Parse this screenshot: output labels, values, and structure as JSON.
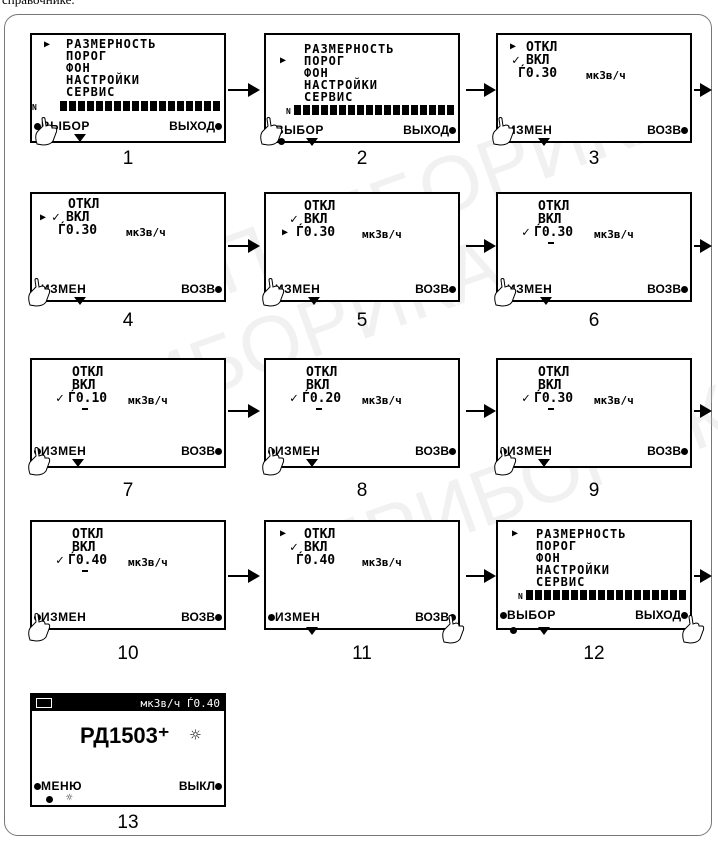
{
  "header_text": "справочнике.",
  "menu_main": [
    "РАЗМЕРНОСТЬ",
    "ПОРОГ",
    "ФОН",
    "НАСТРОЙКИ",
    "СЕРВИС"
  ],
  "bar_letter": "N",
  "soft_select": "ВЫБОР",
  "soft_exit": "ВЫХОД",
  "soft_change": "ИЗМЕН",
  "soft_back": "ВОЗВ",
  "soft_menu": "МЕНЮ",
  "soft_off": "ВЫКЛ",
  "opt_off": "ОТКЛ",
  "opt_on": "ВКЛ",
  "unit": "мкЗв/ч",
  "threshold_symbol": "Ѓ",
  "values": {
    "v030": "0.30",
    "v010": "0.10",
    "v020": "0.20",
    "v040": "0.40"
  },
  "numbers": [
    "1",
    "2",
    "3",
    "4",
    "5",
    "6",
    "7",
    "8",
    "9",
    "10",
    "11",
    "12",
    "13"
  ],
  "device_name": "РД1503⁺",
  "status_bar": "мкЗв/ч Ѓ0.40",
  "watermark": "ПРИБОРИКА",
  "check_mark": "✓",
  "cursor_mark": "▶"
}
